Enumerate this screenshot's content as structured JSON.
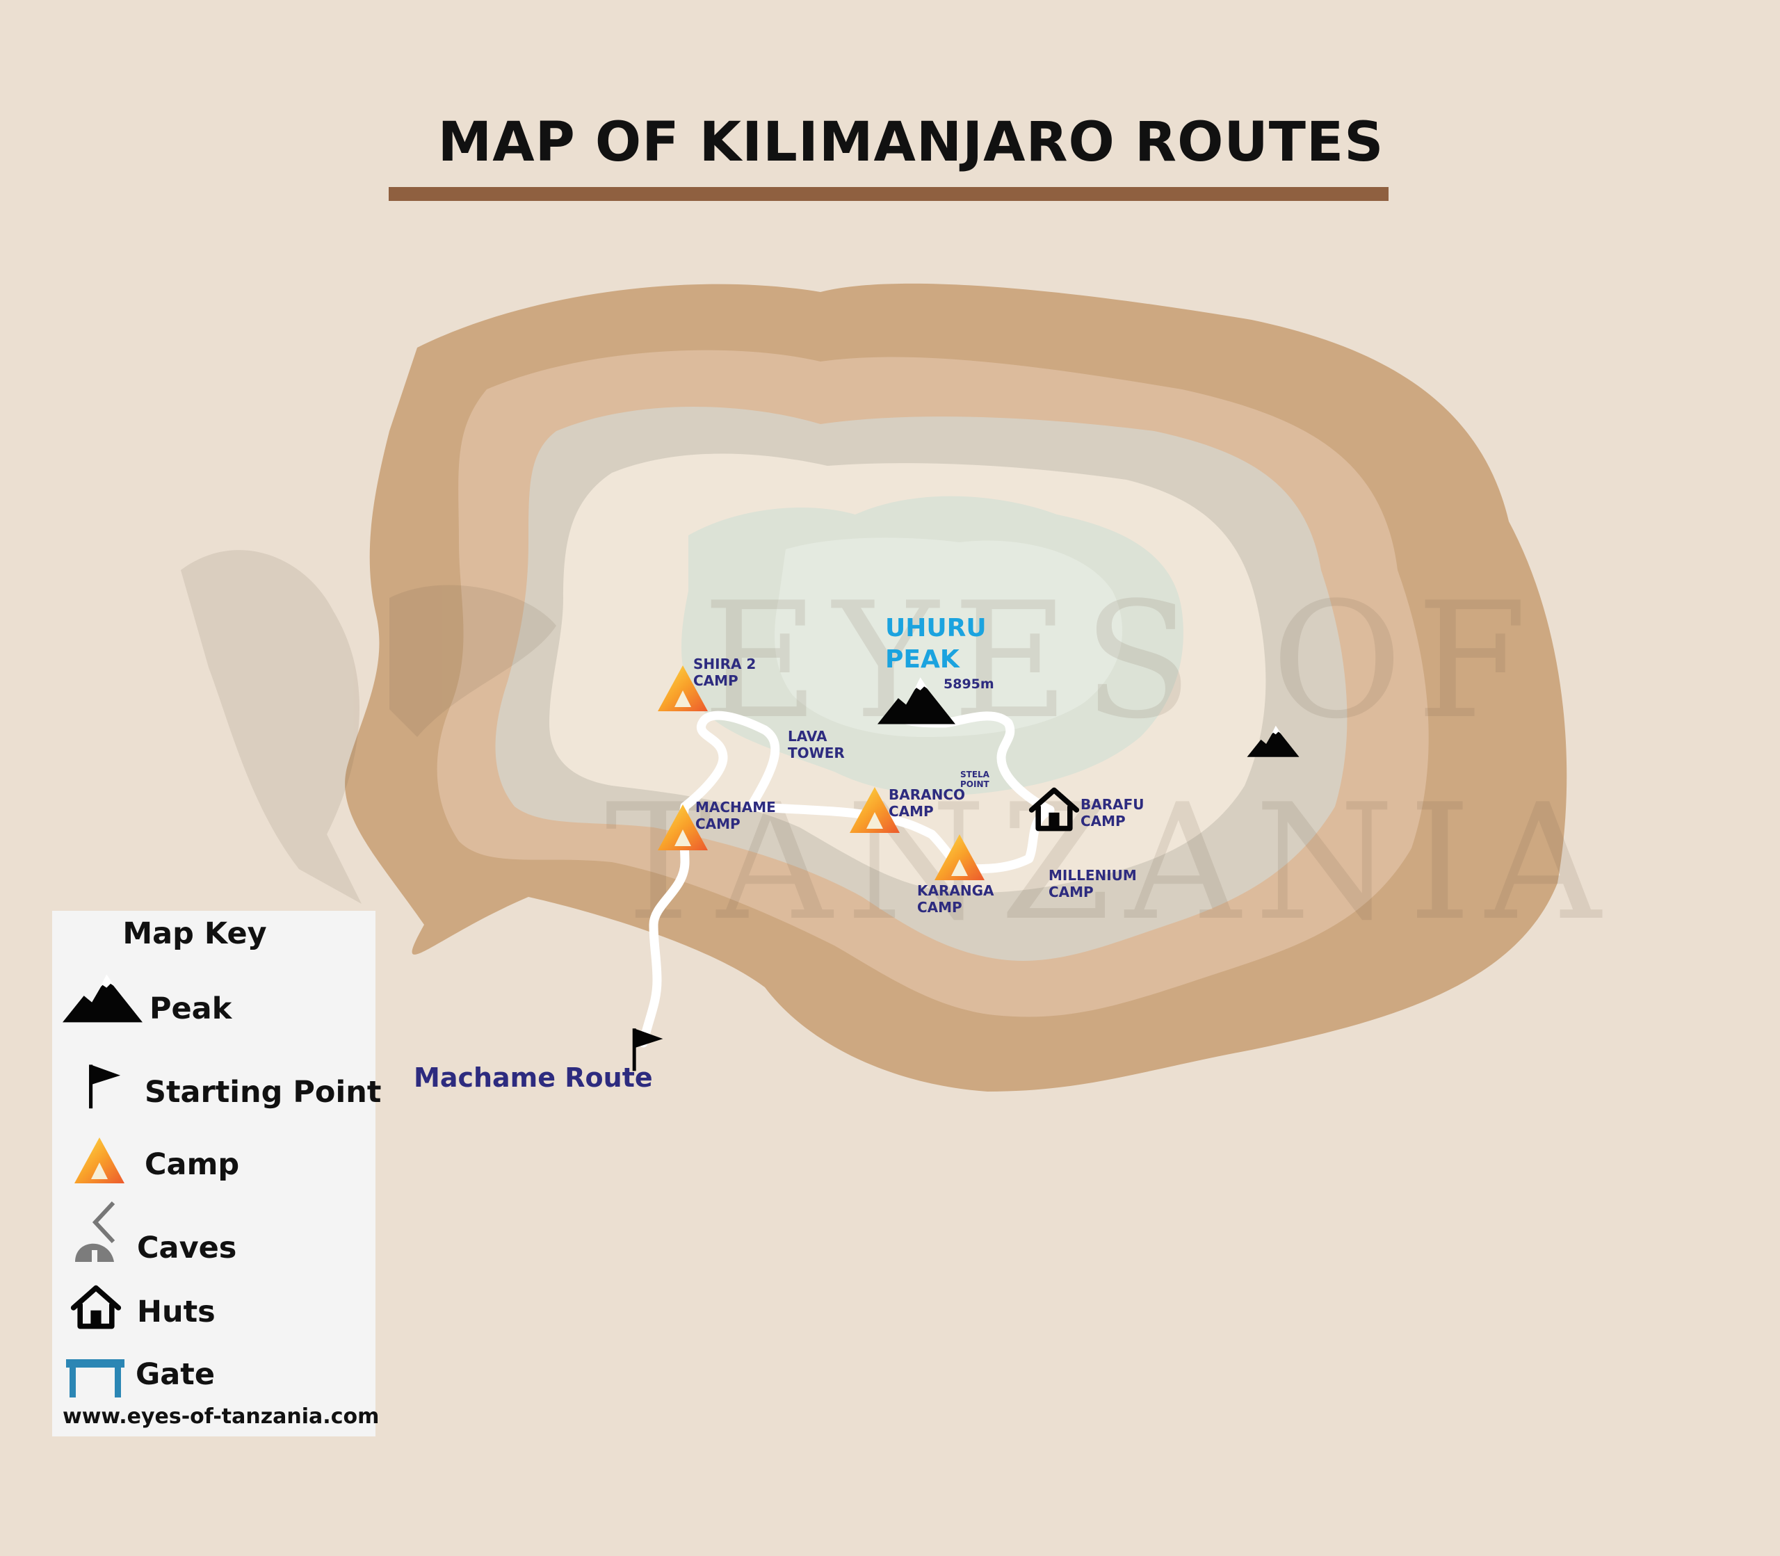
{
  "title": "MAP OF KILIMANJARO ROUTES",
  "colors": {
    "background": "#ebdfd1",
    "title_bar": "#8f6040",
    "outer_ring": "#cda881",
    "middle_ring": "#dcbb9c",
    "inner_ring": "#d7cfc1",
    "core": "#f0e6d8",
    "summit_zone": "#dce2d6",
    "route": "#ffffff",
    "label_text": "#2d2b7f",
    "peak_label": "#1ba3df",
    "gate": "#2b86b4"
  },
  "watermark": {
    "line1": "EYES OF",
    "line2": "TANZANIA"
  },
  "peak": {
    "name_line1": "UHURU",
    "name_line2": "PEAK",
    "elevation": "5895m"
  },
  "places": {
    "shira2_line1": "SHIRA 2",
    "shira2_line2": "CAMP",
    "lava_line1": "LAVA",
    "lava_line2": "TOWER",
    "machame_line1": "MACHAME",
    "machame_line2": "CAMP",
    "baranco_line1": "BARANCO",
    "baranco_line2": "CAMP",
    "stela_line1": "STELA",
    "stela_line2": "POINT",
    "barafu_line1": "BARAFU",
    "barafu_line2": "CAMP",
    "karanga_line1": "KARANGA",
    "karanga_line2": "CAMP",
    "millenium_line1": "MILLENIUM",
    "millenium_line2": "CAMP"
  },
  "route_name": "Machame Route",
  "legend": {
    "title": "Map Key",
    "items": [
      {
        "label": "Peak",
        "icon": "peak-icon"
      },
      {
        "label": "Starting Point",
        "icon": "flag-icon"
      },
      {
        "label": "Camp",
        "icon": "camp-icon"
      },
      {
        "label": "Caves",
        "icon": "cave-icon"
      },
      {
        "label": "Huts",
        "icon": "hut-icon"
      },
      {
        "label": "Gate",
        "icon": "gate-icon"
      }
    ],
    "url": "www.eyes-of-tanzania.com"
  }
}
